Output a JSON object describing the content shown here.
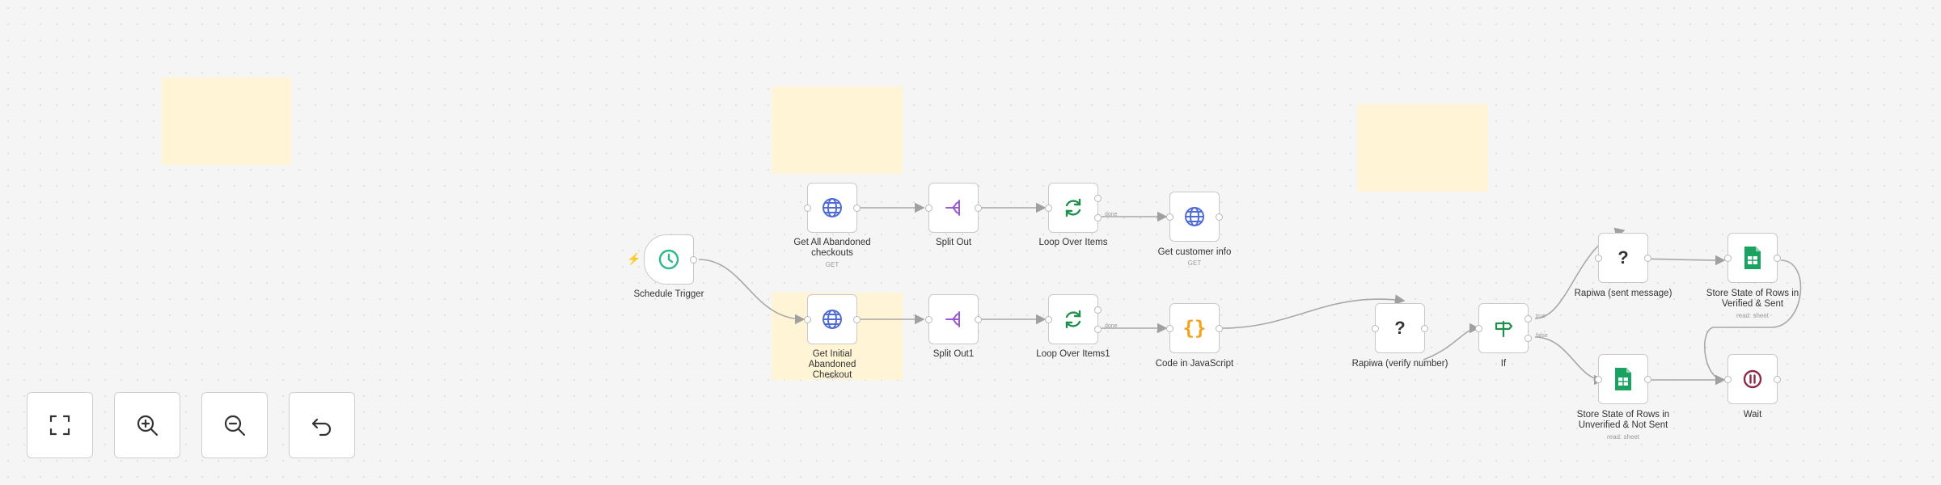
{
  "colors": {
    "canvas": "#f5f5f5",
    "sticky": "#fff5d6",
    "globe": "#4f6bd8",
    "split": "#9b59d6",
    "loop": "#1f8f4e",
    "code": "#f2a31b",
    "clock": "#2fb88a",
    "sheets": "#1aa260",
    "wait": "#8a2b47",
    "trigger_bolt": "#e8505b"
  },
  "nodes": {
    "schedule_trigger": {
      "label": "Schedule Trigger",
      "icon": "clock-icon"
    },
    "get_all_abandoned": {
      "label": "Get All Abandoned checkouts",
      "sub": "GET",
      "icon": "globe-icon"
    },
    "split_out": {
      "label": "Split Out",
      "icon": "split-icon"
    },
    "loop_over_items": {
      "label": "Loop Over Items",
      "done_tag": "done",
      "icon": "loop-icon"
    },
    "get_customer_info": {
      "label": "Get customer info",
      "sub": "GET",
      "icon": "globe-icon"
    },
    "get_initial_abandoned": {
      "label": "Get Initial Abandoned Checkout",
      "sub": "GET",
      "icon": "globe-icon"
    },
    "split_out1": {
      "label": "Split Out1",
      "icon": "split-icon"
    },
    "loop_over_items1": {
      "label": "Loop Over Items1",
      "done_tag": "done",
      "icon": "loop-icon"
    },
    "code_js": {
      "label": "Code in JavaScript",
      "icon": "code-braces-icon"
    },
    "rapiwa_verify": {
      "label": "Rapiwa (verify number)",
      "icon": "question-icon"
    },
    "if_node": {
      "label": "If",
      "true_tag": "true",
      "false_tag": "false",
      "icon": "signpost-icon"
    },
    "rapiwa_sent": {
      "label": "Rapiwa (sent message)",
      "icon": "question-icon"
    },
    "store_verified": {
      "label": "Store State of Rows in Verified & Sent",
      "sub": "read: sheet",
      "icon": "sheets-icon"
    },
    "store_unverified": {
      "label": "Store State of Rows in Unverified & Not Sent",
      "sub": "read: sheet",
      "icon": "sheets-icon"
    },
    "wait": {
      "label": "Wait",
      "icon": "pause-icon"
    }
  },
  "controls": {
    "fit": {
      "icon": "fit-view-icon"
    },
    "zoom_in": {
      "icon": "zoom-in-icon"
    },
    "zoom_out": {
      "icon": "zoom-out-icon"
    },
    "reset": {
      "icon": "undo-icon"
    }
  }
}
